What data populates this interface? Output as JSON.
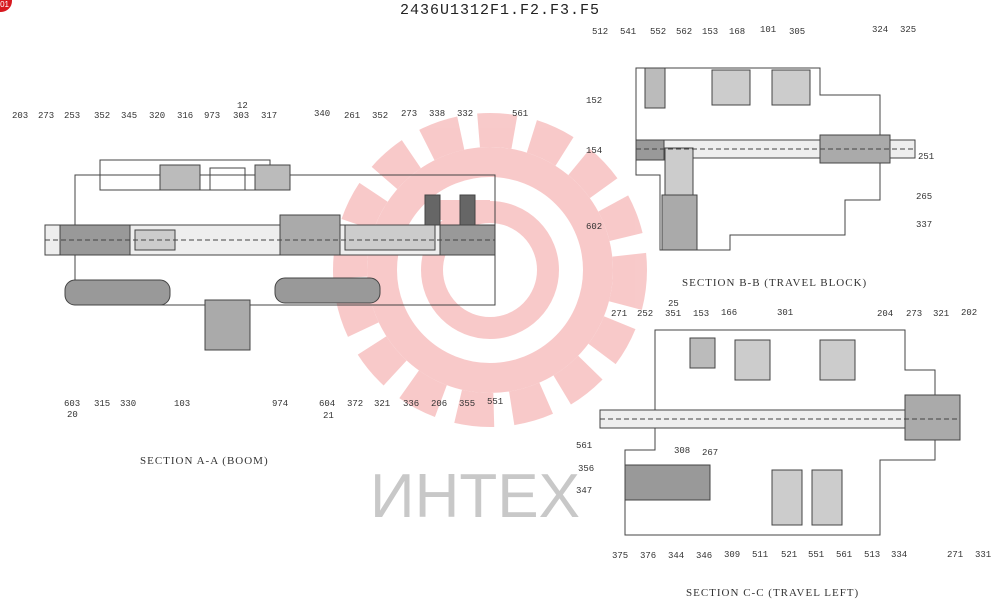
{
  "title": "2436U1312F1.F2.F3.F5",
  "corner_badge": "01",
  "watermark": {
    "text": "ИНТЕХ",
    "color": "#f08a8a"
  },
  "section_a": {
    "caption": "SECTION A-A (BOOM)",
    "top_labels": [
      "203",
      "273",
      "253",
      "352",
      "345",
      "320",
      "316",
      "973",
      "303",
      "317",
      "340",
      "261",
      "352",
      "273",
      "338",
      "332",
      "561"
    ],
    "top_sub": "12",
    "bottom_labels": [
      "603",
      "315",
      "330",
      "103",
      "974",
      "604",
      "372",
      "321",
      "336",
      "206",
      "355",
      "551"
    ],
    "bottom_sub_left": "20",
    "bottom_sub_right": "21"
  },
  "section_b": {
    "caption": "SECTION B-B (TRAVEL BLOCK)",
    "top_labels": [
      "512",
      "541",
      "552",
      "562",
      "153",
      "168",
      "101",
      "305",
      "324",
      "325"
    ],
    "side_labels": [
      "152",
      "154",
      "602",
      "251",
      "265",
      "337"
    ]
  },
  "section_c": {
    "caption": "SECTION C-C (TRAVEL LEFT)",
    "top_labels": [
      "271",
      "252",
      "351",
      "153",
      "166",
      "301",
      "204",
      "273",
      "321",
      "202"
    ],
    "top_sub": "25",
    "side_labels": [
      "561",
      "356",
      "347",
      "308",
      "267"
    ],
    "bottom_labels": [
      "375",
      "376",
      "344",
      "346",
      "309",
      "511",
      "521",
      "551",
      "561",
      "513",
      "334",
      "271",
      "331"
    ]
  }
}
